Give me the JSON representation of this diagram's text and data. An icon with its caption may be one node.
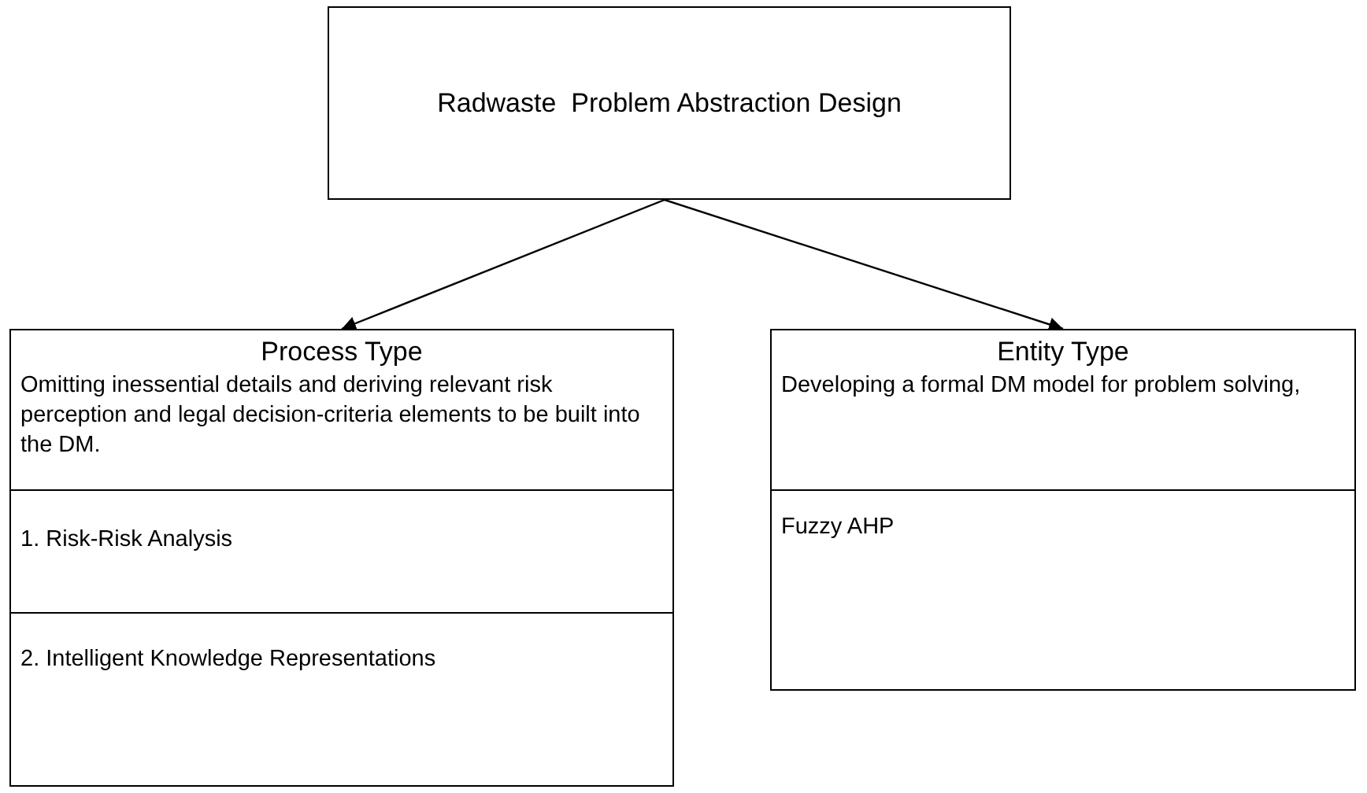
{
  "diagram": {
    "nodes": [
      {
        "text": [
          "Radwaste  Problem Abstraction Design"
        ]
      },
      {
        "text": [
          "Process Type",
          "Omitting inessential details and deriving relevant risk perception and legal decision-criteria elements to be built into the DM."
        ]
      },
      {
        "text": [
          "1. Risk-Risk Analysis"
        ],
        "in": 1
      },
      {
        "text": [
          "2. Intelligent Knowledge Representations"
        ],
        "in": 1
      },
      {
        "text": [
          "Entity Type",
          "Developing a formal DM model for problem solving,"
        ]
      },
      {
        "text": [
          "Fuzzy AHP"
        ],
        "in": 4
      }
    ],
    "edges": [
      {
        "from": 0,
        "to": 1,
        "arrow": "to"
      },
      {
        "from": 0,
        "to": 4,
        "arrow": "to"
      }
    ]
  }
}
